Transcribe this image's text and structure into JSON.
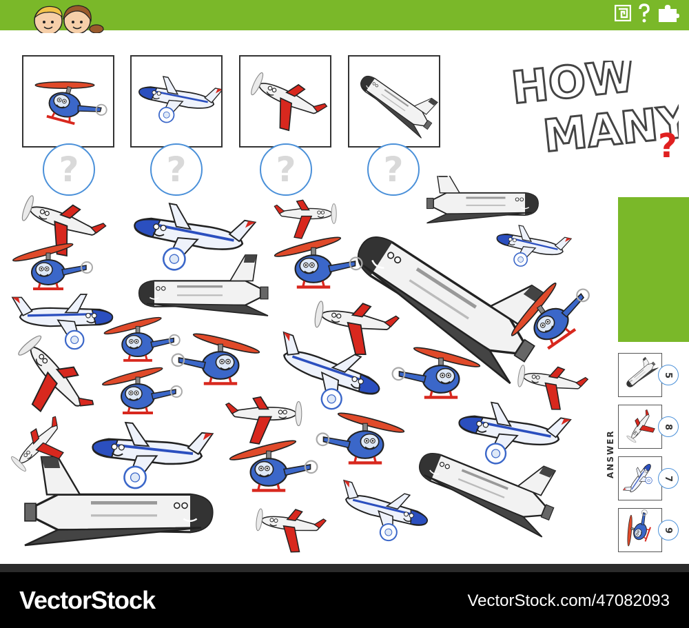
{
  "header": {
    "icons": [
      "maze-icon",
      "question-icon",
      "puzzle-icon"
    ],
    "accent_color": "#7ab829"
  },
  "title": {
    "line1": "HOW",
    "line2": "MANY",
    "mark": "?"
  },
  "question_items": [
    {
      "icon": "helicopter-icon",
      "answer": "?"
    },
    {
      "icon": "airplane-icon",
      "answer": "?"
    },
    {
      "icon": "prop-plane-icon",
      "answer": "?"
    },
    {
      "icon": "space-shuttle-icon",
      "answer": "?"
    }
  ],
  "answer_key": {
    "label": "ANSWER",
    "items": [
      {
        "icon": "space-shuttle-icon",
        "count": "5"
      },
      {
        "icon": "prop-plane-icon",
        "count": "8"
      },
      {
        "icon": "airplane-icon",
        "count": "7"
      },
      {
        "icon": "helicopter-icon",
        "count": "9"
      }
    ]
  },
  "watermark": {
    "brand": "VectorStock",
    "id": "VectorStock.com/47082093"
  },
  "colors": {
    "circle_border": "#4a90d9",
    "question_mark": "#d9d9d9",
    "title_mark": "#e02020"
  }
}
